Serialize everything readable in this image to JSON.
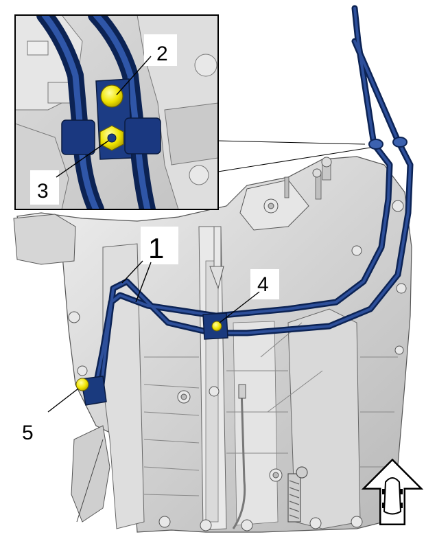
{
  "callouts": {
    "c1": "1",
    "c2": "2",
    "c3": "3",
    "c4": "4",
    "c5": "5"
  },
  "colors": {
    "line": "#13306a",
    "line_highlight": "#3a5da8",
    "bolt": "#f0e800",
    "housing_light": "#e3e3e3",
    "housing_mid": "#c6c6c6",
    "housing_dark": "#9a9a9a",
    "outline": "#2a2a2a",
    "arrow": "#000000"
  },
  "icons": {
    "direction_arrow": "front-direction-arrow-icon",
    "vehicle": "vehicle-top-view-icon"
  }
}
